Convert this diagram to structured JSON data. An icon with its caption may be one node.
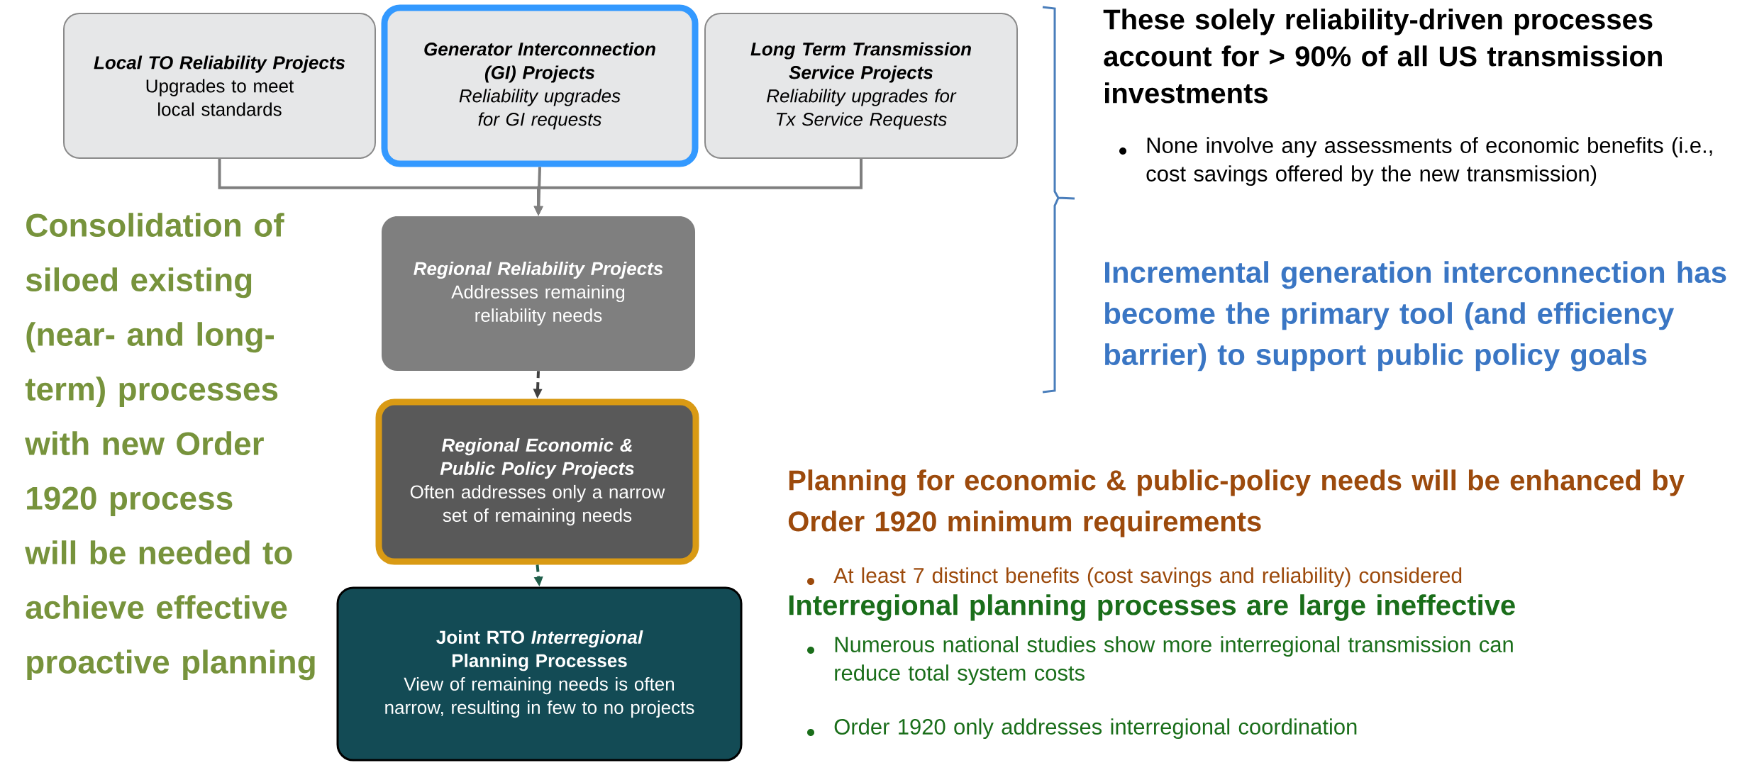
{
  "diagram": {
    "nodes": [
      {
        "text": [
          "Local TO Reliability Projects",
          "Upgrades to meet local standards"
        ]
      },
      {
        "text": [
          "Generator Interconnection (GI) Projects",
          "Reliability upgrades for GI requests"
        ]
      },
      {
        "text": [
          "Long Term Transmission Service Projects",
          "Reliability upgrades for Tx Service Requests"
        ]
      },
      {
        "text": [
          "Regional Reliability Projects",
          "Addresses remaining reliability needs"
        ]
      },
      {
        "text": [
          "Regional Economic & Public Policy Projects",
          "Often addresses only a narrow set of remaining needs"
        ]
      },
      {
        "text": [
          "Joint RTO *Interregional* Planning Processes",
          "View of remaining needs is often narrow, resulting in few to no projects"
        ]
      }
    ],
    "edges": [
      {
        "from": 0,
        "to": 3,
        "arrow": "to"
      },
      {
        "from": 1,
        "to": 3,
        "arrow": "to"
      },
      {
        "from": 2,
        "to": 3,
        "arrow": "to"
      },
      {
        "from": 3,
        "to": 4,
        "arrow": "to",
        "style": "dashed",
        "color": "#404040"
      },
      {
        "from": 4,
        "to": 5,
        "arrow": "to",
        "style": "dashed",
        "color": "#1f5e4a"
      }
    ],
    "labels": [
      "Consolidation of siloed existing (near- and long-term) processes with new Order 1920 process will be needed to achieve effective proactive planning",
      "These solely reliability-driven processes account for > 90% of all US transmission investments",
      "None involve any assessments of economic benefits (i.e., cost savings offered by the new transmission)",
      "Incremental generation interconnection has become the primary tool (and efficiency barrier) to support public policy goals",
      "Planning for economic & public-policy needs will be enhanced by Order 1920 minimum requirements",
      "At least 7 distinct benefits (cost savings and reliability) considered",
      "Interregional planning processes are large ineffective",
      "Numerous national studies show more interregional transmission can reduce total system costs",
      "Order 1920 only addresses interregional coordination"
    ]
  }
}
